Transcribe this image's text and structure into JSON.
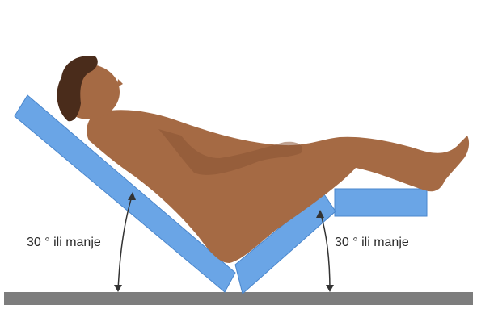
{
  "labels": {
    "left_angle": "30 ° ili manje",
    "right_angle": "30 ° ili manje"
  },
  "angles": {
    "left_degrees": 30,
    "right_degrees": 30
  },
  "colors": {
    "support_fill": "#6aa5e6",
    "support_edge": "#4a86cc",
    "floor": "#7d7d7d",
    "skin": "#a56a44",
    "skin_shadow": "#8a5434",
    "hair": "#4a2c1b",
    "arrow": "#333333"
  }
}
